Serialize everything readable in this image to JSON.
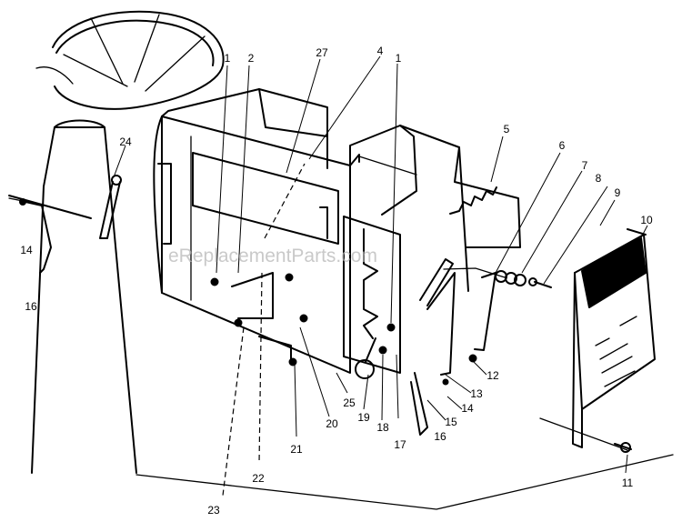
{
  "watermark": "eReplacementParts.com",
  "callouts": [
    "1",
    "2",
    "27",
    "4",
    "1",
    "5",
    "6",
    "7",
    "8",
    "9",
    "10",
    "24",
    "14",
    "16",
    "12",
    "13",
    "14",
    "15",
    "16",
    "17",
    "18",
    "19",
    "25",
    "20",
    "21",
    "22",
    "23",
    "11"
  ]
}
